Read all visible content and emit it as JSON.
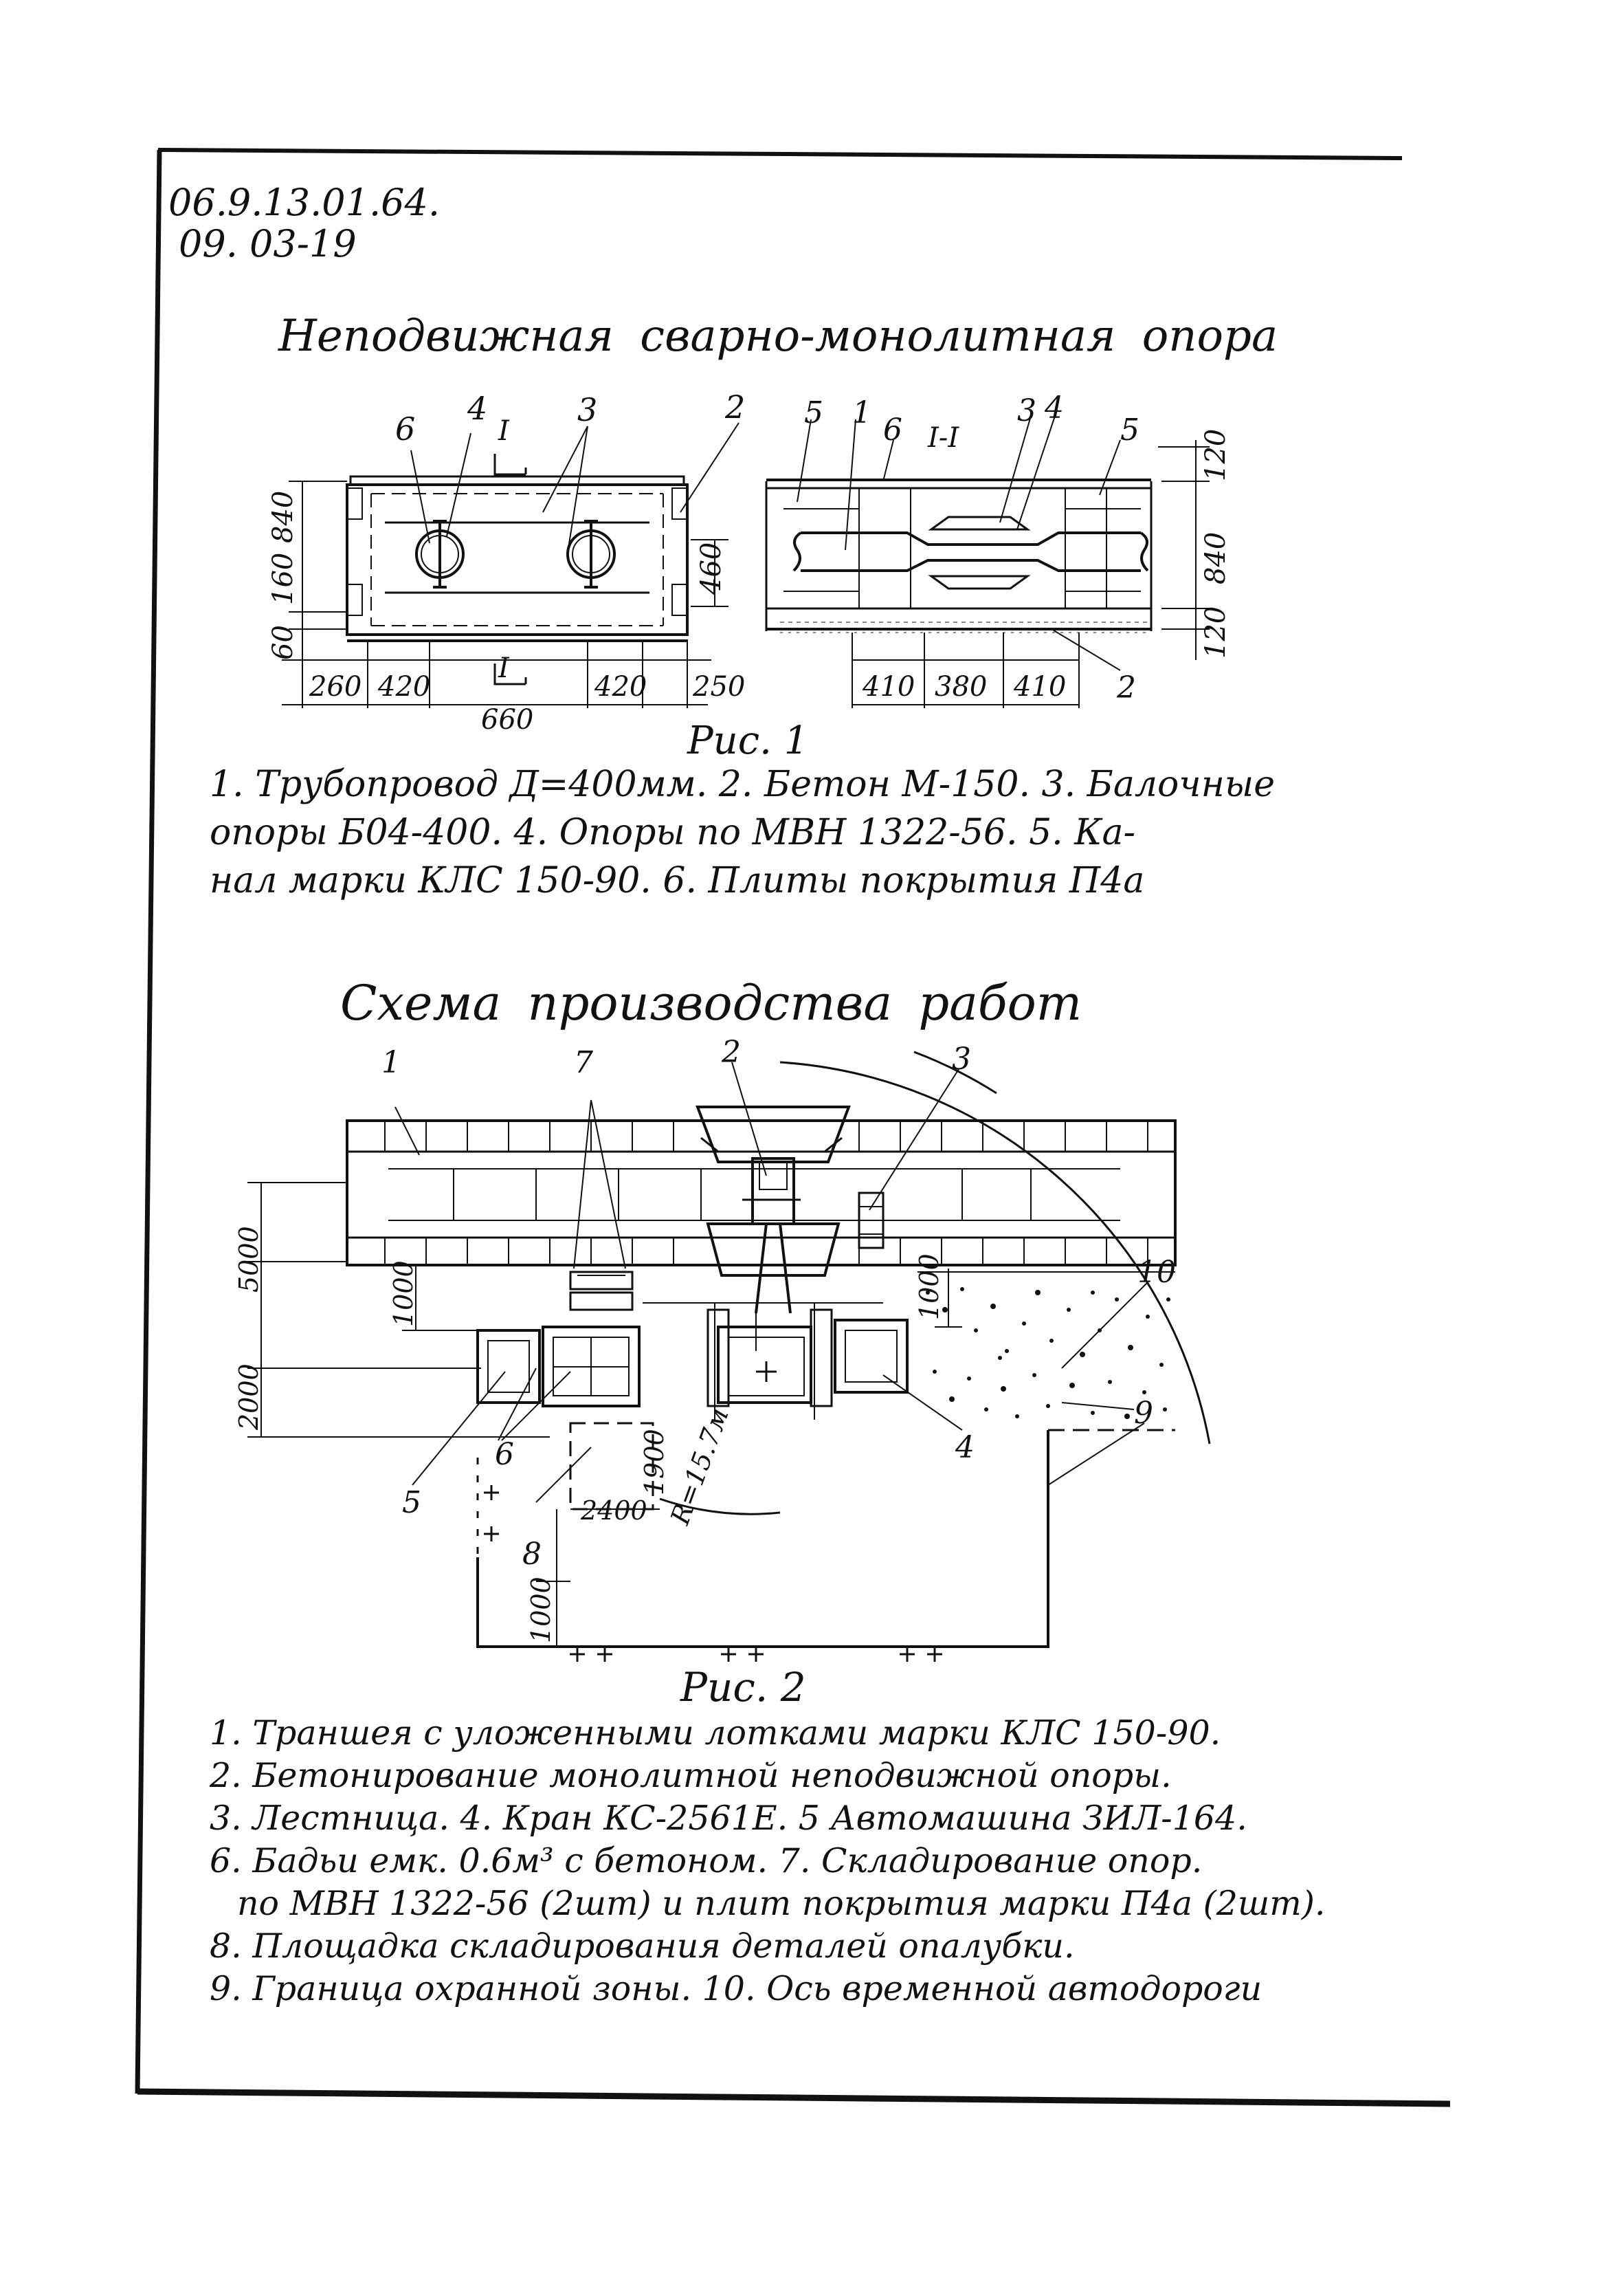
{
  "header": {
    "code_line1": "06.9.13.01.64.",
    "code_line2": "09. 03-19"
  },
  "fig1": {
    "title": "Неподвижная сварно-монолитная опора",
    "caption": "Рис. 1",
    "section_label": "I-I",
    "cut_mark": "I",
    "callouts": {
      "n1": "1",
      "n2": "2",
      "n3": "3",
      "n4": "4",
      "n5": "5",
      "n6": "6"
    },
    "dims_plan_bottom": [
      "260",
      "420",
      "660",
      "420",
      "250"
    ],
    "dims_plan_left": [
      "60",
      "160",
      "840"
    ],
    "dim_plan_right": "460",
    "dims_section_bottom": [
      "410",
      "380",
      "410"
    ],
    "dims_section_right": [
      "120",
      "840",
      "120"
    ],
    "legend": [
      "1. Трубопровод Д=400мм. 2. Бетон М-150. 3. Балочные",
      "опоры Б04-400. 4. Опоры по МВН 1322-56. 5. Ка-",
      "нал марки КЛС 150-90. 6. Плиты покрытия П4а"
    ]
  },
  "fig2": {
    "title": "Схема производства работ",
    "caption": "Рис. 2",
    "callouts": {
      "n1": "1",
      "n2": "2",
      "n3": "3",
      "n4": "4",
      "n5": "5",
      "n6": "6",
      "n7": "7",
      "n8": "8",
      "n9": "9",
      "n10": "10"
    },
    "dims": {
      "d5000": "5000",
      "d1000a": "1000",
      "d1000b": "1000",
      "d2000": "2000",
      "d1900": "1900",
      "d2400": "2400",
      "d1000c": "1000",
      "radius": "R=15.7м"
    },
    "legend": [
      "1. Траншея с уложенными лотками марки КЛС 150-90.",
      "2. Бетонирование монолитной неподвижной опоры.",
      "3. Лестница.  4. Кран КС-2561Е. 5 Автомашина ЗИЛ-164.",
      "6. Бадьи емк. 0.6м³ с бетоном. 7. Складирование опор.",
      "по МВН 1322-56 (2шт) и плит покрытия марки П4а (2шт).",
      "8. Площадка складирования деталей опалубки.",
      "9. Граница охранной зоны. 10. Ось временной автодороги"
    ]
  }
}
